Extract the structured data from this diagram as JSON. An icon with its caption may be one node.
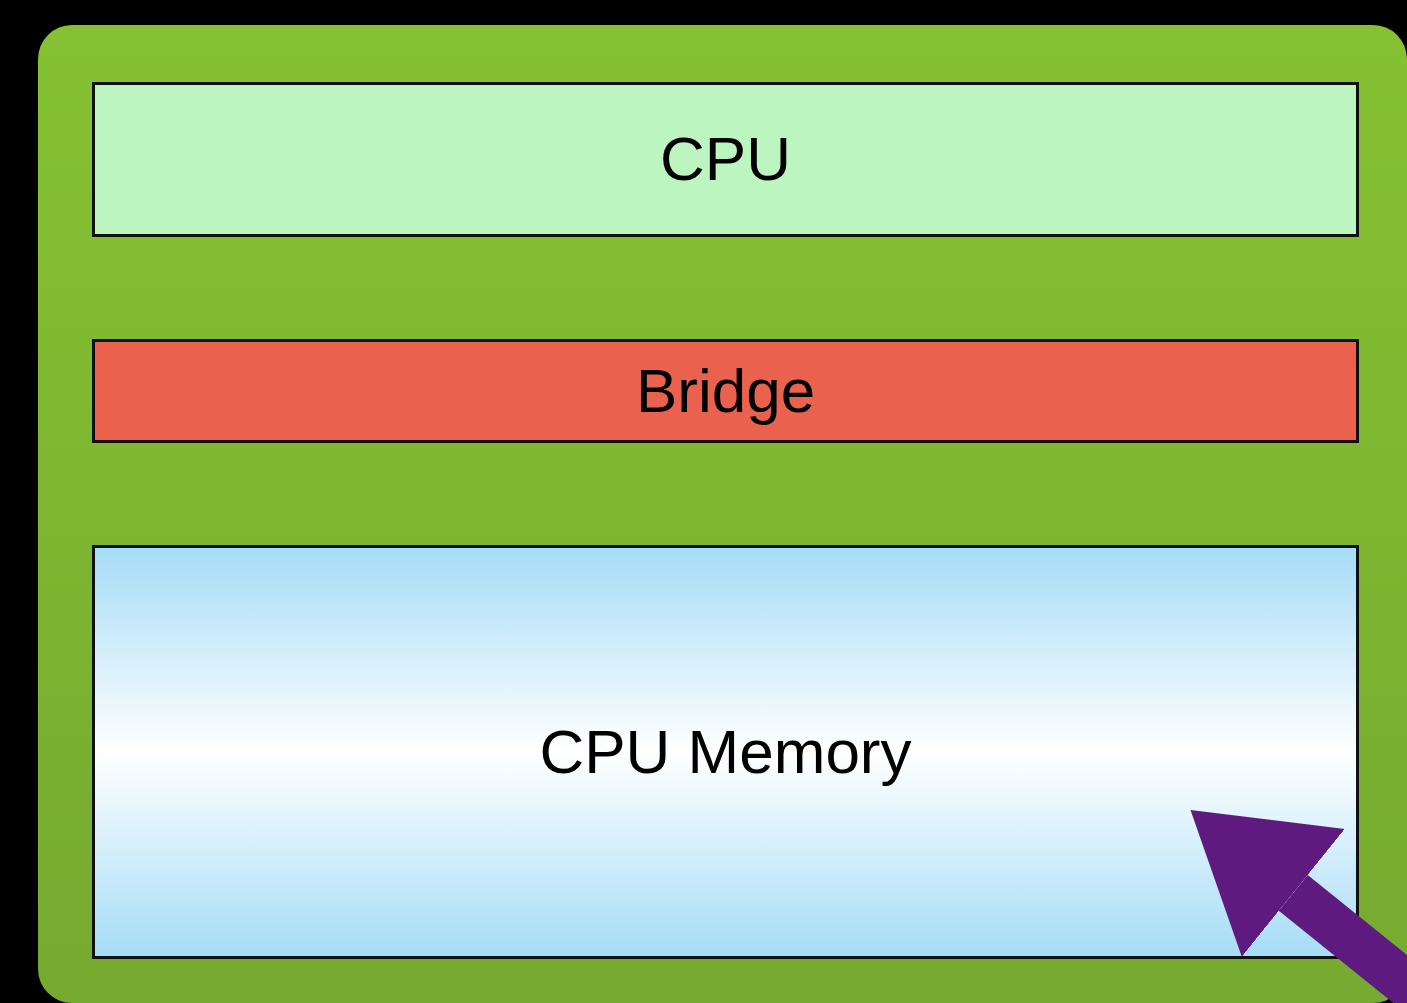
{
  "diagram": {
    "nodes": [
      {
        "text": [],
        "shape": "box"
      },
      {
        "text": [
          "CPU"
        ],
        "in": 0
      },
      {
        "text": [
          "Bridge"
        ],
        "in": 0
      },
      {
        "text": [
          "CPU Memory"
        ],
        "in": 0
      }
    ],
    "edges": [
      {
        "from": null,
        "to": 3,
        "arrow": "to"
      }
    ]
  }
}
